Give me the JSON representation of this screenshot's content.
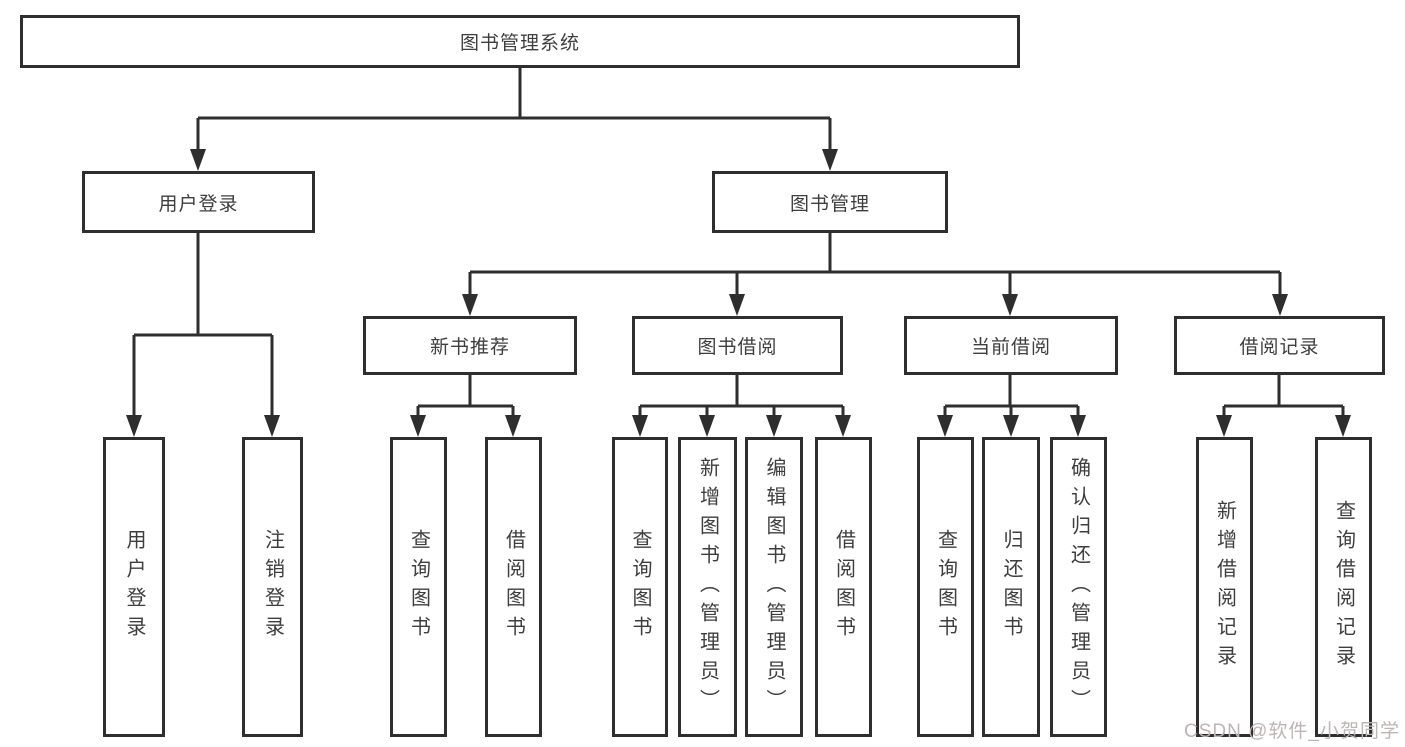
{
  "tree": {
    "root": {
      "label": "图书管理系统",
      "children": [
        {
          "label": "用户登录",
          "children": [
            {
              "label": "用户登录"
            },
            {
              "label": "注销登录"
            }
          ]
        },
        {
          "label": "图书管理",
          "children": [
            {
              "label": "新书推荐",
              "children": [
                {
                  "label": "查询图书"
                },
                {
                  "label": "借阅图书"
                }
              ]
            },
            {
              "label": "图书借阅",
              "children": [
                {
                  "label": "查询图书"
                },
                {
                  "label": "新增图书（管理员）"
                },
                {
                  "label": "编辑图书（管理员）"
                },
                {
                  "label": "借阅图书"
                }
              ]
            },
            {
              "label": "当前借阅",
              "children": [
                {
                  "label": "查询图书"
                },
                {
                  "label": "归还图书"
                },
                {
                  "label": "确认归还（管理员）"
                }
              ]
            },
            {
              "label": "借阅记录",
              "children": [
                {
                  "label": "新增借阅记录"
                },
                {
                  "label": "查询借阅记录"
                }
              ]
            }
          ]
        }
      ]
    }
  },
  "watermark": {
    "text": "CSDN @软件_小贺同学"
  },
  "colors": {
    "line": "#2e2e2e",
    "text": "#3e3e3e",
    "bg": "#ffffff",
    "watermark": "#bdb5b5"
  }
}
